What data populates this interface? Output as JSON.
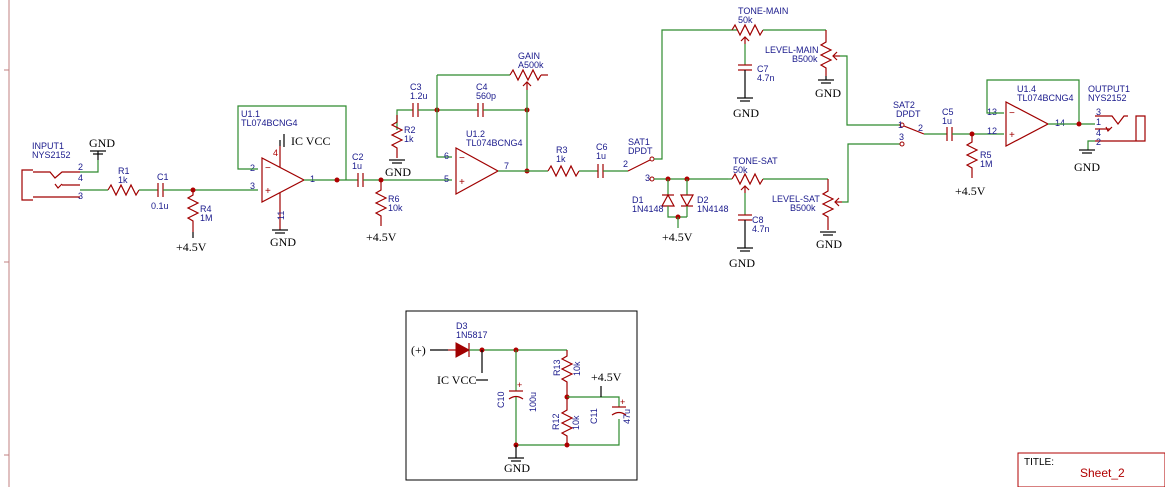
{
  "sheet": {
    "title_label": "TITLE:",
    "title_value": "Sheet_2"
  },
  "power": {
    "gnd": "GND",
    "v45": "+4.5V",
    "icvcc": "IC VCC",
    "plus": "(+)"
  },
  "input": {
    "ref": "INPUT1",
    "part": "NYS2152",
    "pins": [
      "2",
      "4",
      "3"
    ]
  },
  "output": {
    "ref": "OUTPUT1",
    "part": "NYS2152",
    "pins": [
      "3",
      "1",
      "4",
      "2"
    ]
  },
  "r1": {
    "ref": "R1",
    "value": "1k"
  },
  "c1": {
    "ref": "C1",
    "value": "0.1u"
  },
  "r4": {
    "ref": "R4",
    "value": "1M"
  },
  "u11": {
    "ref": "U1.1",
    "part": "TL074BCNG4",
    "pins": [
      "4",
      "2",
      "3",
      "1",
      "11"
    ]
  },
  "c2": {
    "ref": "C2",
    "value": "1u"
  },
  "r6": {
    "ref": "R6",
    "value": "10k"
  },
  "c3": {
    "ref": "C3",
    "value": "1.2u"
  },
  "r2": {
    "ref": "R2",
    "value": "1k"
  },
  "c4": {
    "ref": "C4",
    "value": "560p"
  },
  "gain": {
    "ref": "GAIN",
    "value": "A500k"
  },
  "u12": {
    "ref": "U1.2",
    "part": "TL074BCNG4",
    "pins": [
      "6",
      "5",
      "7"
    ]
  },
  "r3": {
    "ref": "R3",
    "value": "1k"
  },
  "c6": {
    "ref": "C6",
    "value": "1u"
  },
  "sat1": {
    "ref": "SAT1",
    "part": "DPDT",
    "pins": [
      "2",
      "3"
    ]
  },
  "d1": {
    "ref": "D1",
    "part": "1N4148"
  },
  "d2": {
    "ref": "D2",
    "part": "1N4148"
  },
  "tone_main": {
    "ref": "TONE-MAIN",
    "value": "50k"
  },
  "c7": {
    "ref": "C7",
    "value": "4.7n"
  },
  "level_main": {
    "ref": "LEVEL-MAIN",
    "value": "B500k"
  },
  "tone_sat": {
    "ref": "TONE-SAT",
    "value": "50k"
  },
  "c8": {
    "ref": "C8",
    "value": "4.7n"
  },
  "level_sat": {
    "ref": "LEVEL-SAT",
    "value": "B500k"
  },
  "sat2": {
    "ref": "SAT2",
    "part": "DPDT",
    "pins": [
      "1",
      "2",
      "3"
    ]
  },
  "c5": {
    "ref": "C5",
    "value": "1u"
  },
  "r5": {
    "ref": "R5",
    "value": "1M"
  },
  "u14": {
    "ref": "U1.4",
    "part": "TL074BCNG4",
    "pins": [
      "13",
      "12",
      "14"
    ]
  },
  "d3": {
    "ref": "D3",
    "part": "1N5817"
  },
  "c10": {
    "ref": "C10",
    "value": "100u"
  },
  "r13": {
    "ref": "R13",
    "value": "10k"
  },
  "r12": {
    "ref": "R12",
    "value": "10k"
  },
  "c11": {
    "ref": "C11",
    "value": "47u"
  },
  "colors": {
    "wire": "#2e8b2e",
    "component": "#a00000",
    "label": "#1a1a8c",
    "title_border": "#b00000"
  }
}
